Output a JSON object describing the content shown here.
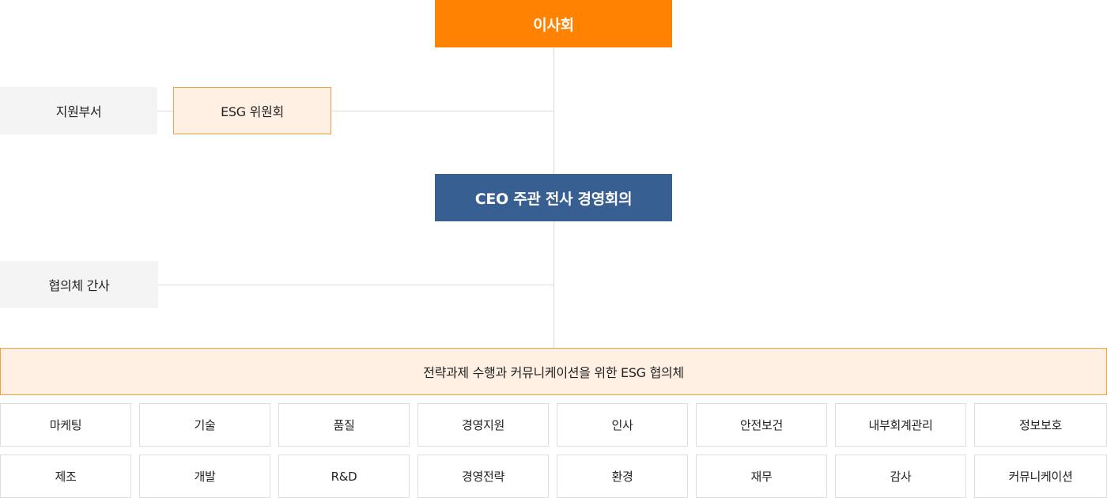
{
  "colors": {
    "board_bg": "#ff8200",
    "ceo_bg": "#375f91",
    "highlight_bg": "#fff0e3",
    "highlight_border": "#f0a040",
    "neutral_bg": "#f4f4f4"
  },
  "board": {
    "label": "이사회"
  },
  "support_dept": {
    "label": "지원부서"
  },
  "esg_committee": {
    "label": "ESG 위원회"
  },
  "ceo_meeting": {
    "label": "CEO 주관 전사 경영회의"
  },
  "council_secretary": {
    "label": "협의체 간사"
  },
  "esg_council": {
    "label": "전략과제 수행과 커뮤니케이션을 위한 ESG 협의체"
  },
  "departments": [
    [
      "마케팅",
      "기술",
      "품질",
      "경영지원",
      "인사",
      "안전보건",
      "내부회계관리",
      "정보보호"
    ],
    [
      "제조",
      "개발",
      "R&D",
      "경영전략",
      "환경",
      "재무",
      "감사",
      "커뮤니케이션"
    ]
  ]
}
